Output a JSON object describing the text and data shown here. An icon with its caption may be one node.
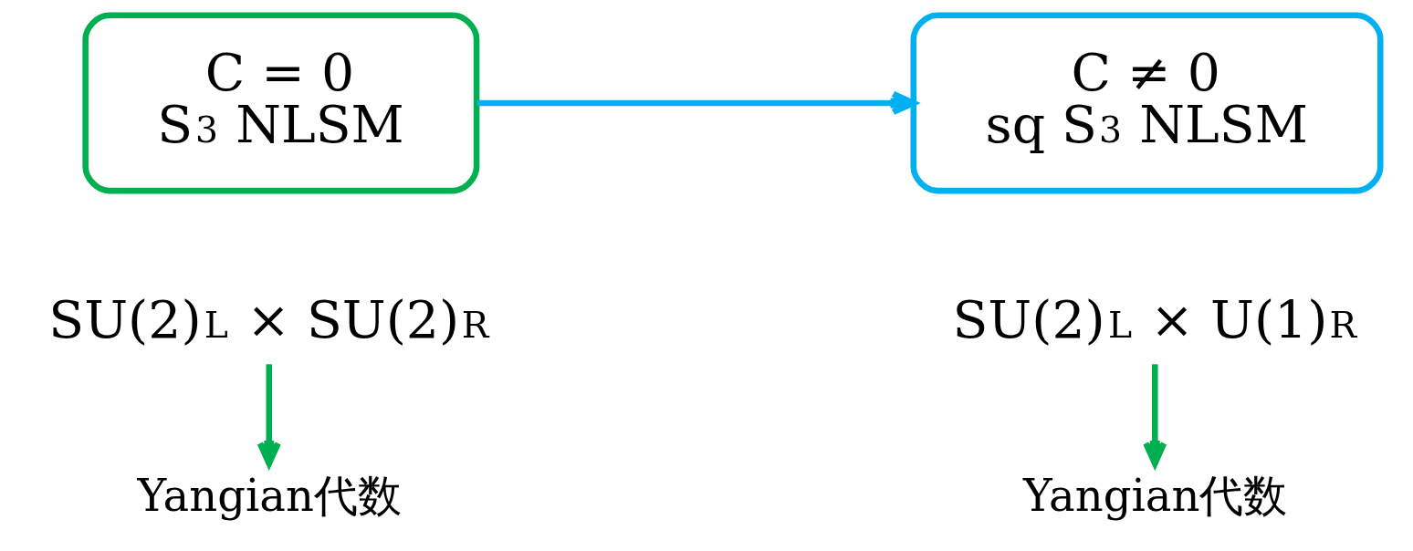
{
  "diagram": {
    "nodes": [
      {
        "text": [
          "C = 0",
          "S$^{3}$ NLSM"
        ]
      },
      {
        "text": [
          "C ≠ 0",
          "sq S$^{3}$ NLSM"
        ]
      },
      {
        "text": [
          "SU(2)$_{L}$ × SU(2)$_{R}$"
        ]
      },
      {
        "text": [
          "Yangian代数"
        ]
      },
      {
        "text": [
          "SU(2)$_{L}$ × U(1)$_{R}$"
        ]
      },
      {
        "text": [
          "Yangian代数"
        ]
      }
    ],
    "edges": [
      {
        "from": 0,
        "to": 1,
        "arrow": "to",
        "color": "#00b0f0"
      },
      {
        "from": 2,
        "to": 3,
        "arrow": "to"
      },
      {
        "from": 4,
        "to": 5,
        "arrow": "to"
      }
    ]
  }
}
